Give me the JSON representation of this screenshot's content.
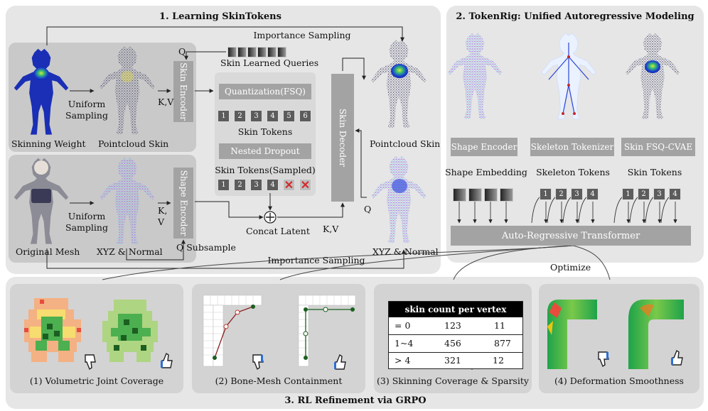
{
  "section1": {
    "title": "1.  Learning SkinTokens",
    "importance_top": "Importance Sampling",
    "importance_bottom": "Importance Sampling",
    "q_top": "Q",
    "learned_queries": "Skin Learned Queries",
    "skin_encoder": "Skin Encoder",
    "kv_top": "K,V",
    "uniform_top_1": "Uniform",
    "uniform_top_2": "Sampling",
    "skinning_weight": "Skinning Weight",
    "pointcloud_skin_left": "Pointcloud Skin",
    "quantization": "Quantization(FSQ)",
    "skin_tokens": "Skin Tokens",
    "nested_dropout": "Nested Dropout",
    "skin_tokens_sampled": "Skin Tokens(Sampled)",
    "tokens_full": [
      "1",
      "2",
      "3",
      "4",
      "5",
      "6"
    ],
    "tokens_kept": [
      "1",
      "2",
      "3",
      "4"
    ],
    "skin_decoder": "Skin Decoder",
    "pointcloud_skin_right": "Pointcloud Skin",
    "q_right": "Q",
    "kv_right": "K,V",
    "concat_latent": "Concat Latent",
    "shape_encoder": "Shape Encoder",
    "kv_bottom_1": "K,",
    "kv_bottom_2": "V",
    "uniform_bot_1": "Uniform",
    "uniform_bot_2": "Sampling",
    "original_mesh": "Original Mesh",
    "xyz_normal_left": "XYZ & Normal",
    "q_subsample": "Q  Subsample",
    "xyz_normal_right": "XYZ & Normal"
  },
  "section2": {
    "title": "2.  TokenRig: Unified Autoregressive Modeling",
    "shape_encoder": "Shape Encoder",
    "skeleton_tokenizer": "Skeleton Tokenizer",
    "skin_fsq": "Skin FSQ-CVAE",
    "shape_embedding": "Shape Embedding",
    "skeleton_tokens": "Skeleton Tokens",
    "skin_tokens": "Skin Tokens",
    "skeleton_token_ids": [
      "1",
      "2",
      "3",
      "4"
    ],
    "skin_token_ids": [
      "1",
      "2",
      "3",
      "4"
    ],
    "transformer": "Auto-Regressive Transformer",
    "optimize": "Optimize"
  },
  "section3": {
    "title": "3.  RL Refinement via GRPO",
    "caption1": "(1) Volumetric Joint Coverage",
    "caption2": "(2) Bone-Mesh Containment",
    "caption3": "(3) Skinning Coverage & Sparsity",
    "caption4": "(4) Deformation Smoothness",
    "table": {
      "header": "skin count per vertex",
      "rows": [
        {
          "label": "= 0",
          "a": "123",
          "b": "11"
        },
        {
          "label": "1~4",
          "a": "456",
          "b": "877"
        },
        {
          "label": "> 4",
          "a": "321",
          "b": "12"
        }
      ]
    }
  },
  "colors": {
    "panel": "#e6e6e6",
    "subpanel": "#c9c9c9",
    "block": "#a3a3a3",
    "token": "#5c5c5c",
    "thumb_down": "#222222",
    "thumb_up": "#2a6fdb",
    "cross": "#d42a2a"
  }
}
